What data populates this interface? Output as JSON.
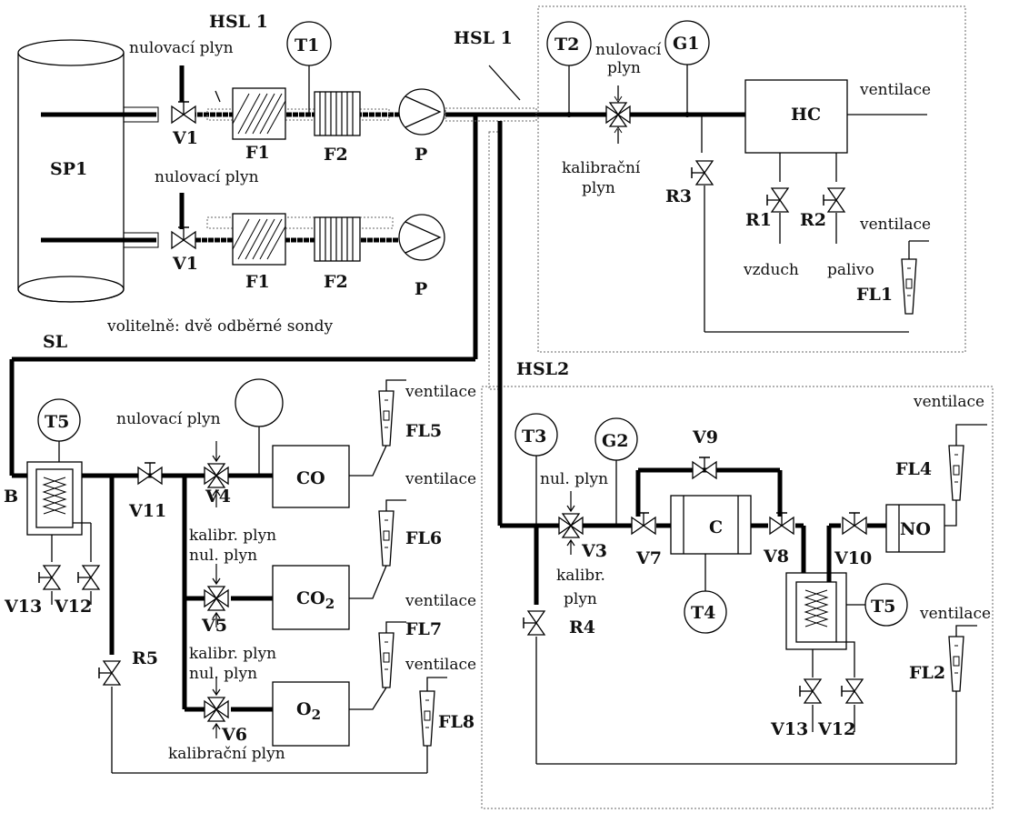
{
  "labels": {
    "hsl1_a": "HSL 1",
    "hsl1_b": "HSL 1",
    "hsl2": "HSL2",
    "zero_gas": "nulovací plyn",
    "zero_gas_short": "nul. plyn",
    "cal_gas": "kalibrační plyn",
    "cal_gas_a": "kalibrační",
    "cal_gas_b": "plyn",
    "cal_gas_short_a": "kalibr.",
    "cal_gas_short_b": "plyn",
    "kalibr_plyn": "kalibr. plyn",
    "zero_a": "nulovací",
    "zero_b": "plyn",
    "vent": "ventilace",
    "air": "vzduch",
    "fuel": "palivo",
    "optional": "volitelně: dvě odběrné sondy",
    "sp1": "SP1",
    "sl": "SL",
    "b": "B",
    "plyn_tail": "plyn"
  },
  "components": {
    "T1": "T1",
    "T2": "T2",
    "T3": "T3",
    "T4": "T4",
    "T5": "T5",
    "G1": "G1",
    "G2": "G2",
    "HC": "HC",
    "CO": "CO",
    "CO2": "CO",
    "CO2_sub": "2",
    "O2": "O",
    "O2_sub": "2",
    "C": "C",
    "NO": "NO",
    "V1": "V1",
    "V3": "V3",
    "V4": "V4",
    "V5": "V5",
    "V6": "V6",
    "V7": "V7",
    "V8": "V8",
    "V9": "V9",
    "V10": "V10",
    "V11": "V11",
    "V12": "V12",
    "V13": "V13",
    "F1": "F1",
    "F2": "F2",
    "P": "P",
    "R1": "R1",
    "R2": "R2",
    "R3": "R3",
    "R4": "R4",
    "R5": "R5",
    "FL1": "FL1",
    "FL2": "FL2",
    "FL4": "FL4",
    "FL5": "FL5",
    "FL6": "FL6",
    "FL7": "FL7",
    "FL8": "FL8"
  }
}
